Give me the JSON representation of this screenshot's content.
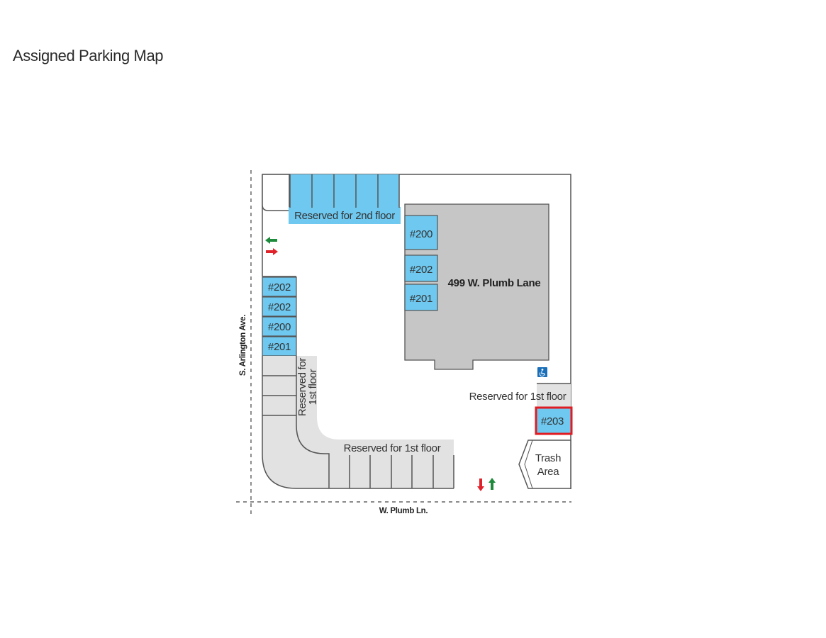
{
  "title": "Assigned Parking Map",
  "building": {
    "label": "499 W. Plumb Lane"
  },
  "streets": {
    "west": "S. Arlington Ave.",
    "south": "W. Plumb Ln."
  },
  "zones": {
    "second_floor": "Reserved for 2nd floor",
    "first_floor_vertical": [
      "Reserved for",
      "1st floor"
    ],
    "first_floor_bottom": "Reserved for 1st floor",
    "first_floor_right": "Reserved for 1st floor"
  },
  "spaces": {
    "building_side": [
      "#200",
      "#202",
      "#201"
    ],
    "west_column": [
      "#202",
      "#202",
      "#200",
      "#201"
    ],
    "highlighted": "#203"
  },
  "trash_area": [
    "Trash",
    "Area"
  ],
  "icons": {
    "accessible": "wheelchair-icon",
    "entrance_west": [
      "arrow-left-icon",
      "arrow-right-icon"
    ],
    "entrance_south": [
      "arrow-down-icon",
      "arrow-up-icon"
    ]
  },
  "colors": {
    "assigned_space": "#6ec8ef",
    "reserved_zone": "#e2e2e2",
    "building": "#c6c6c6",
    "highlight": "#e01b22",
    "arrow_in": "#1e8a3c",
    "arrow_out": "#e0232b",
    "accessible_badge": "#1a6fb8"
  }
}
